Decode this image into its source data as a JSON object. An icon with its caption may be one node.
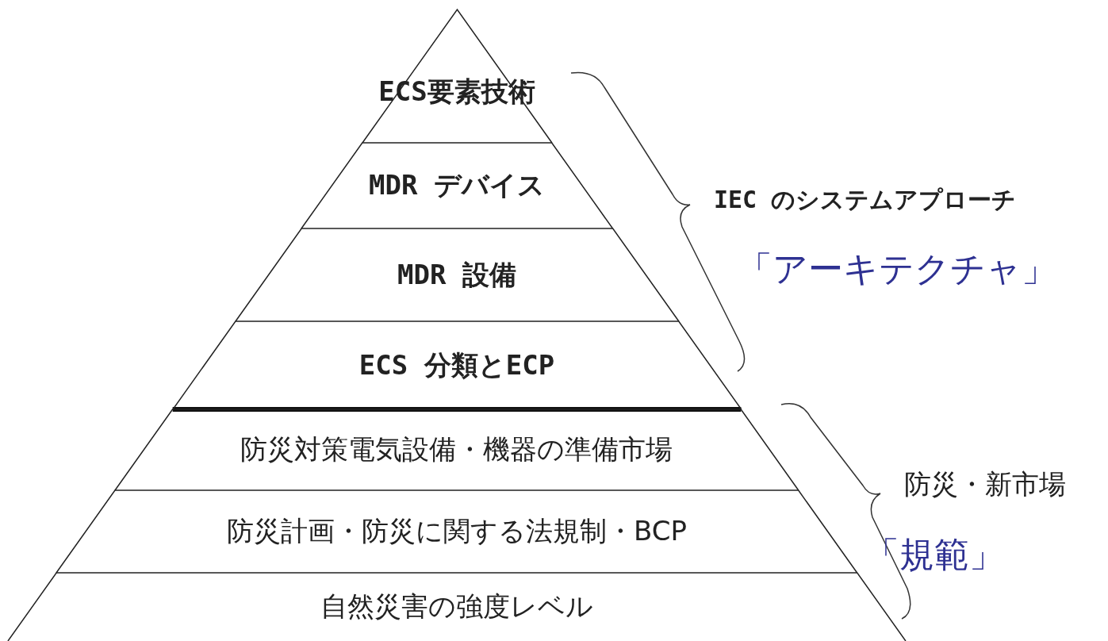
{
  "diagram": {
    "nodes": [
      {
        "text": [
          "ECS要素技術"
        ]
      },
      {
        "text": [
          "MDR デバイス"
        ]
      },
      {
        "text": [
          "MDR 設備"
        ]
      },
      {
        "text": [
          "ECS 分類とECP"
        ]
      },
      {
        "text": [
          "防災対策電気設備・機器の準備市場"
        ]
      },
      {
        "text": [
          "防災計画・防災に関する法規制・BCP"
        ]
      },
      {
        "text": [
          "自然災害の強度レベル"
        ]
      }
    ],
    "labels": [
      "IEC のシステムアプローチ",
      "「アーキテクチャ」",
      "防災・新市場",
      "「規範」"
    ]
  }
}
